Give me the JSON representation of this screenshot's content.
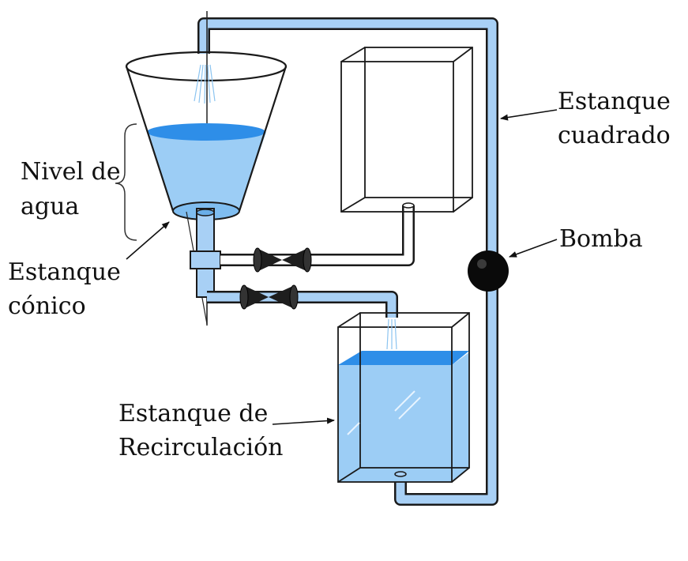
{
  "labels": {
    "nivel_line1": "Nivel de",
    "nivel_line2": "agua",
    "conico_line1": "Estanque",
    "conico_line2": "cónico",
    "cuadrado_line1": "Estanque",
    "cuadrado_line2": "cuadrado",
    "bomba": "Bomba",
    "recirc_line1": "Estanque de",
    "recirc_line2": "Recirculación"
  },
  "colors": {
    "pipe_fill": "#a8d0f5",
    "pipe_stroke": "#1a1a1a",
    "water_light": "#9ccdf5",
    "water_surface": "#2e8ee8",
    "tank_outline": "#1a1a1a",
    "pump": "#0a0a0a",
    "valve": "#1e1e1e"
  }
}
